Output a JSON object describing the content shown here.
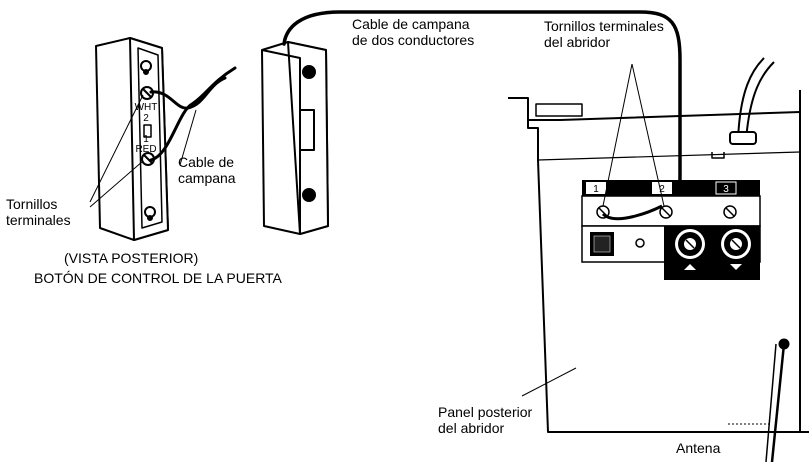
{
  "labels": {
    "bell_wire_two_conductor_l1": "Cable de campana",
    "bell_wire_two_conductor_l2": "de dos conductores",
    "opener_terminal_screws_l1": "Tornillos terminales",
    "opener_terminal_screws_l2": "del abridor",
    "bell_wire_l1": "Cable de",
    "bell_wire_l2": "campana",
    "terminal_screws_l1": "Tornillos",
    "terminal_screws_l2": "terminales",
    "rear_view": "(VISTA POSTERIOR)",
    "door_control_button": "BOTÓN DE CONTROL DE LA PUERTA",
    "opener_back_panel_l1": "Panel posterior",
    "opener_back_panel_l2": "del abridor",
    "antenna": "Antena"
  },
  "button_markings": {
    "wht": "WHT",
    "two": "2",
    "one": "1",
    "red": "RED"
  },
  "terminal_numbers": [
    "1",
    "2",
    "3"
  ]
}
